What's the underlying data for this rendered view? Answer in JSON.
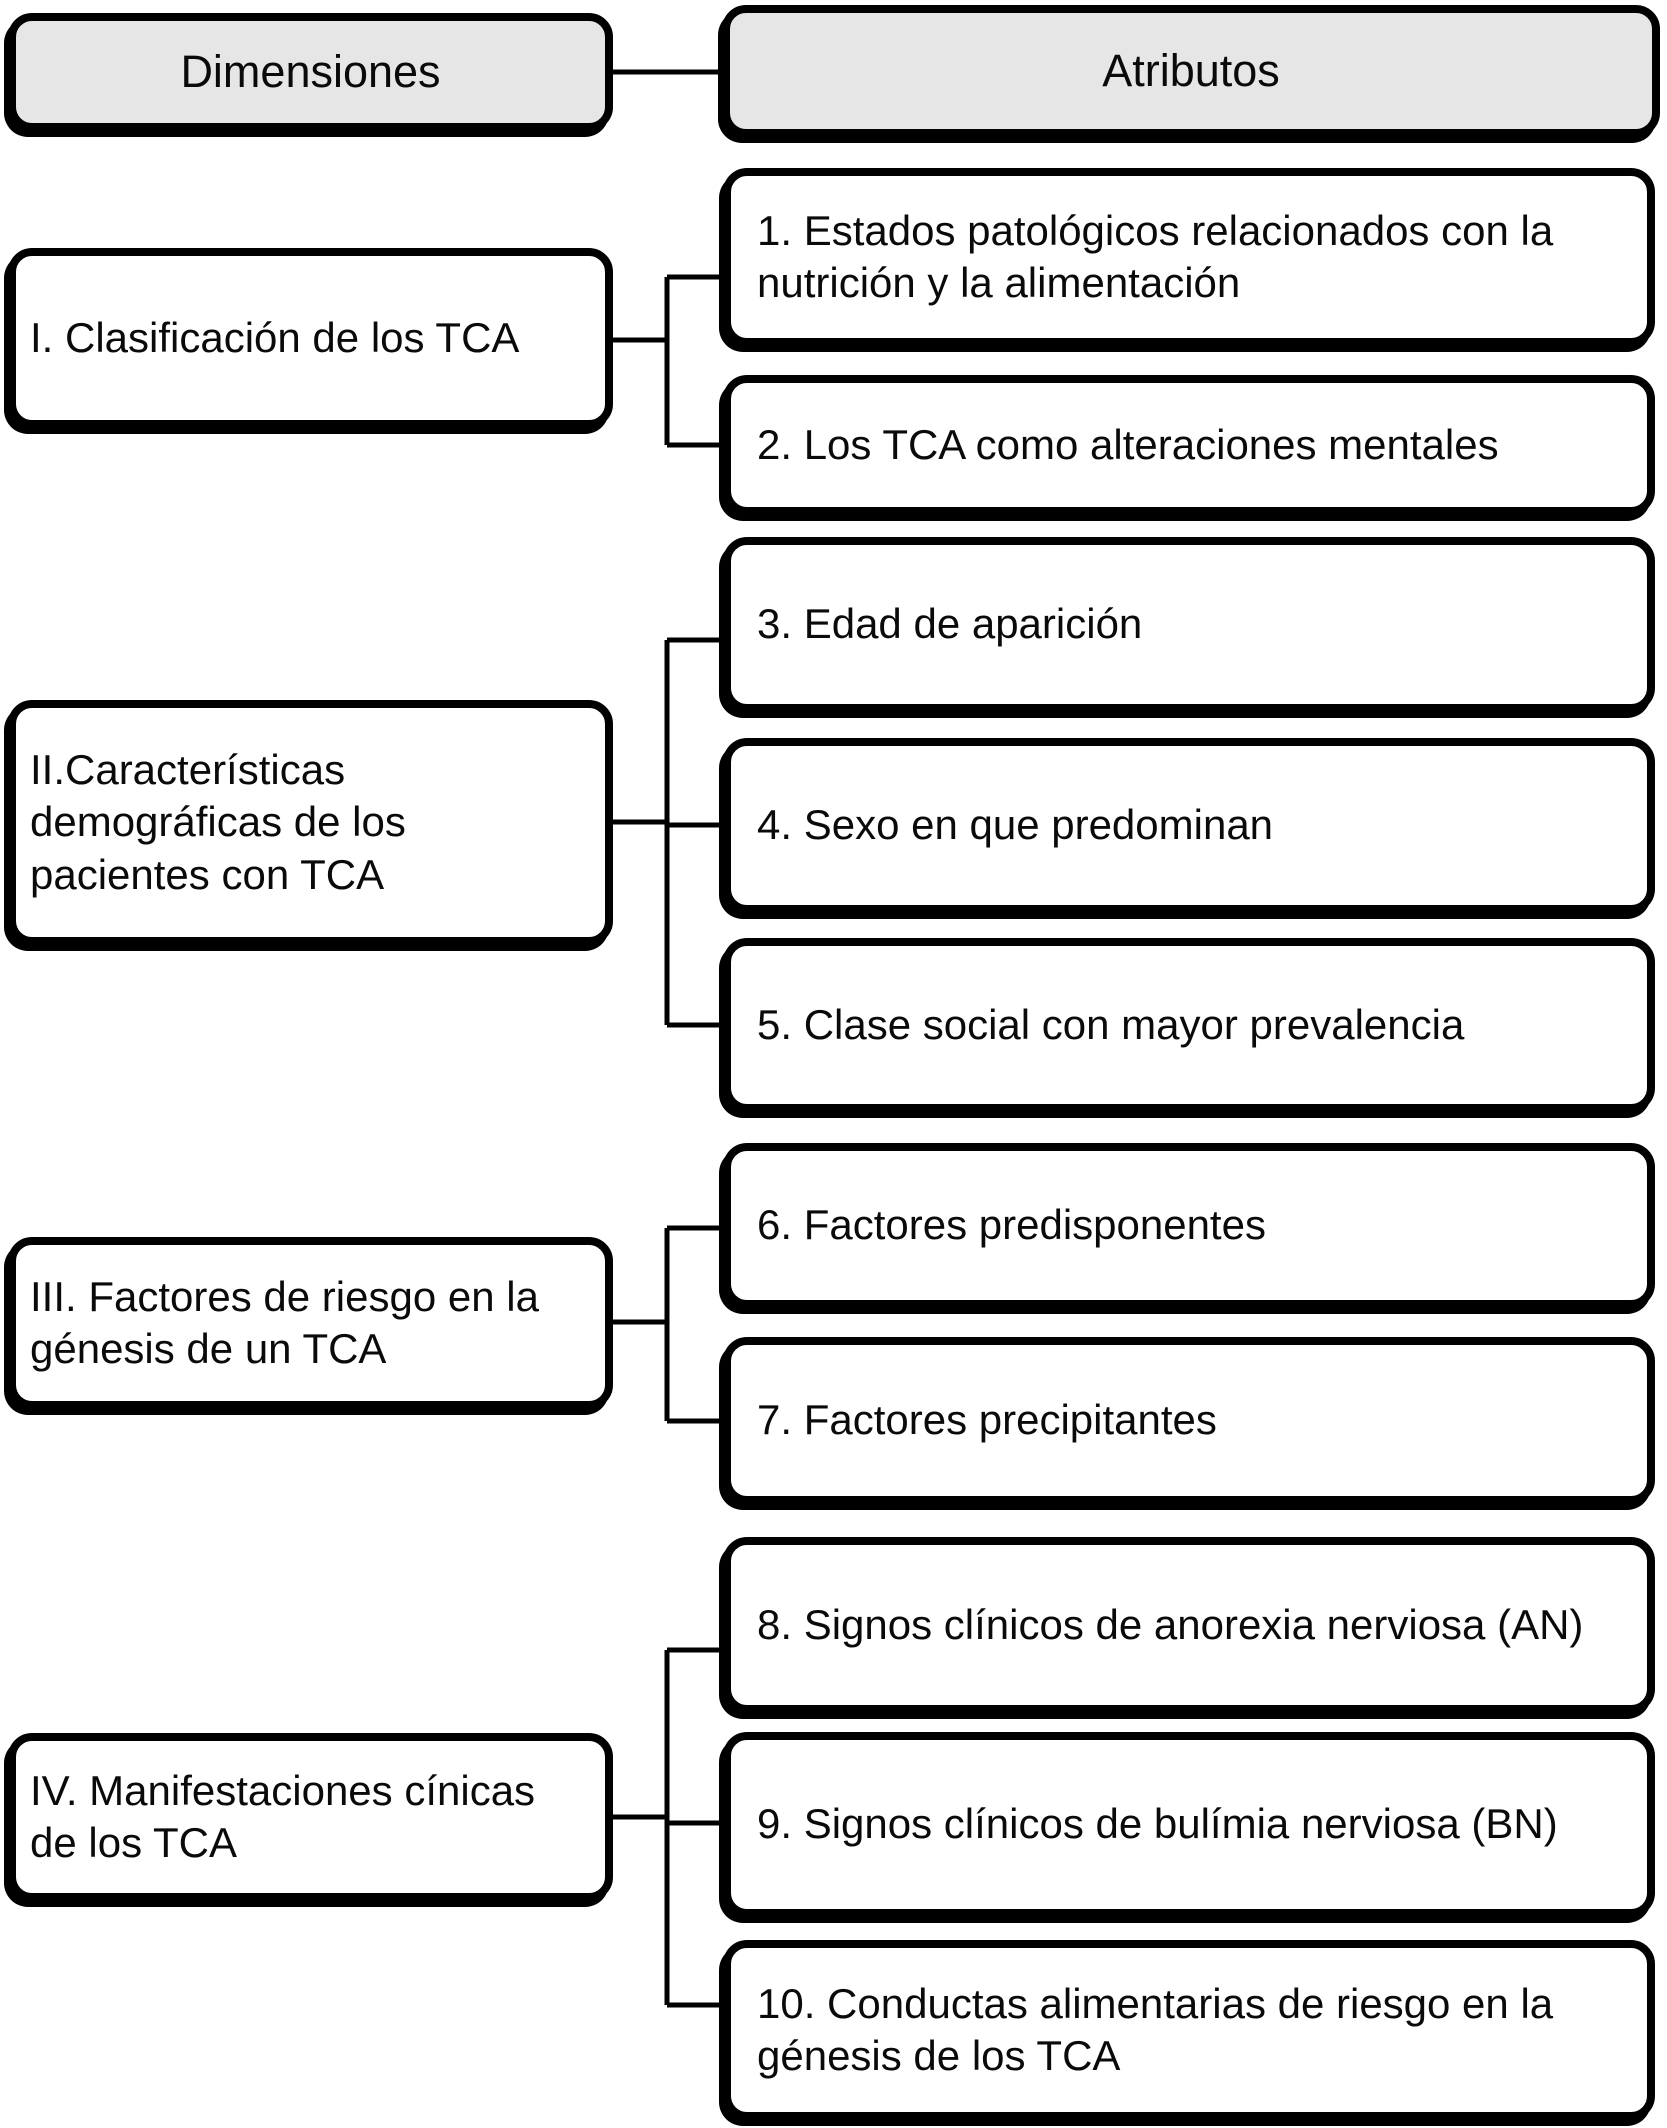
{
  "header": {
    "dimensions_label": "Dimensiones",
    "attributes_label": "Atributos"
  },
  "groups": [
    {
      "dimension": {
        "label": "I. Clasificación de los TCA"
      },
      "attributes": [
        {
          "label": "1. Estados patológicos relacionados con la nutrición y la alimentación"
        },
        {
          "label": "2. Los TCA como alteraciones mentales"
        }
      ]
    },
    {
      "dimension": {
        "label": "II.Características demográficas de los pacientes con TCA"
      },
      "attributes": [
        {
          "label": "3. Edad de aparición"
        },
        {
          "label": "4. Sexo en que predominan"
        },
        {
          "label": "5. Clase social con mayor prevalencia"
        }
      ]
    },
    {
      "dimension": {
        "label": "III. Factores de riesgo en la génesis de un TCA"
      },
      "attributes": [
        {
          "label": "6. Factores predisponentes"
        },
        {
          "label": "7. Factores precipitantes"
        }
      ]
    },
    {
      "dimension": {
        "label": "IV. Manifestaciones cínicas de los TCA"
      },
      "attributes": [
        {
          "label": "8. Signos clínicos de anorexia nerviosa (AN)"
        },
        {
          "label": "9. Signos clínicos de bulímia nerviosa (BN)"
        },
        {
          "label": "10. Conductas alimentarias de riesgo en la génesis de los TCA"
        }
      ]
    }
  ],
  "colors": {
    "header_fill": "#e6e6e6",
    "box_fill": "#ffffff",
    "border": "#000000",
    "connector": "#000000",
    "text": "#0a0a0a",
    "background": "#ffffff"
  }
}
